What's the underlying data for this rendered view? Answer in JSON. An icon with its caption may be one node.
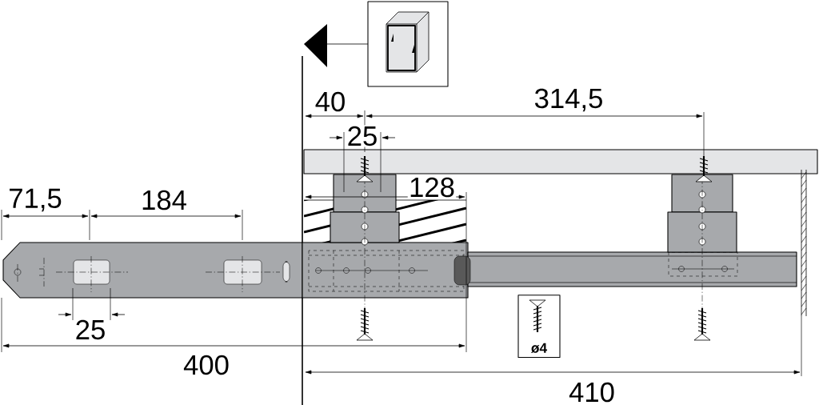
{
  "diagram": {
    "nodes": [
      {
        "text": [
          "ø4"
        ]
      }
    ],
    "labels": [
      "40",
      "314,5",
      "25",
      "128",
      "71,5",
      "184",
      "25",
      "400",
      "410"
    ]
  }
}
